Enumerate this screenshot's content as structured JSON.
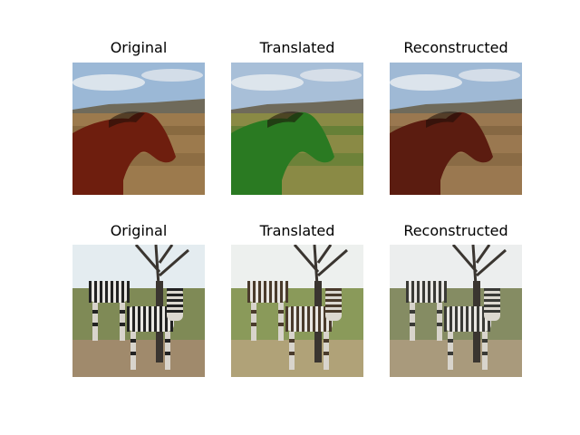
{
  "rows": [
    {
      "subject": "horse",
      "panels": [
        {
          "title": "Original",
          "animal": "horse",
          "tint": "#6e1e0e",
          "sky": "#9bb8d6",
          "ground": "#9c7a4d",
          "grass": "#7d5f39"
        },
        {
          "title": "Translated",
          "animal": "horse",
          "tint": "#2a7a22",
          "sky": "#a8bfd8",
          "ground": "#8a8a45",
          "grass": "#4f7a2e"
        },
        {
          "title": "Reconstructed",
          "animal": "horse",
          "tint": "#5b1c10",
          "sky": "#9fb9d5",
          "ground": "#9a7850",
          "grass": "#7a5d3a"
        }
      ]
    },
    {
      "subject": "zebra",
      "panels": [
        {
          "title": "Original",
          "animal": "zebra",
          "tint": "#222222",
          "sky": "#e4ecf0",
          "ground": "#a08a6c",
          "grass": "#7f8a56"
        },
        {
          "title": "Translated",
          "animal": "zebra",
          "tint": "#4a3b2c",
          "sky": "#edf0ee",
          "ground": "#b0a278",
          "grass": "#8a9a5a"
        },
        {
          "title": "Reconstructed",
          "animal": "zebra",
          "tint": "#3a3a36",
          "sky": "#eceeee",
          "ground": "#a99a7c",
          "grass": "#858c63"
        }
      ]
    }
  ]
}
